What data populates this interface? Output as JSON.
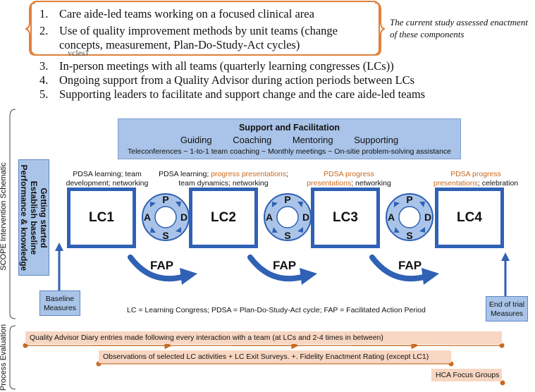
{
  "list": {
    "items": [
      {
        "num": "1.",
        "text": "Care aide-led teams working on a focused clinical area"
      },
      {
        "num": "2.",
        "text": "Use of quality improvement methods by unit teams (change",
        "cont": "concepts, measurement, Plan-Do-Study-Act cycles)"
      },
      {
        "num": "3.",
        "text": "In-person meetings with all teams (quarterly learning congresses (LCs))"
      },
      {
        "num": "4.",
        "text": "Ongoing support from a Quality Advisor during action periods between LCs"
      },
      {
        "num": "5.",
        "text": "Supporting leaders to facilitate and support change and the care aide-led teams"
      }
    ],
    "overlap_fragment": "ycles)",
    "note": "The current study assessed enactment of these components"
  },
  "schematic": {
    "side_label": "SCOPE Intervention Schematic",
    "support": {
      "title": "Support and Facilitation",
      "roles": [
        "Guiding",
        "Coaching",
        "Mentoring",
        "Supporting"
      ],
      "methods": "Teleconferences ~ 1-to-1 team coaching ~ Monthly meetings ~ On-sitie problem-solving assistance"
    },
    "baseline_panel": {
      "line1": "Getting started",
      "line2": "Establish baseline",
      "line3": "Performance & knowledge"
    },
    "lcs": [
      {
        "label": "LC1",
        "note_a": "PDSA learning; team",
        "note_b": "development; networking",
        "note_a_orange": "",
        "note_b_orange": ""
      },
      {
        "label": "LC2",
        "note_a": "PDSA learning; ",
        "note_a_orange": "progress presentations",
        "note_a_tail": ";",
        "note_b": "team dynamics; networking"
      },
      {
        "label": "LC3",
        "note_a_orange": "PDSA progress",
        "note_b_orange": "presentations",
        "note_b": "; networking"
      },
      {
        "label": "LC4",
        "note_a_orange": "PDSA progress",
        "note_b_orange": "presentations",
        "note_b": "; celebration"
      }
    ],
    "pdsa": {
      "p": "P",
      "d": "D",
      "s": "S",
      "a": "A"
    },
    "fap_label": "FAP",
    "baseline_measures": {
      "line1": "Baseline",
      "line2": "Measures"
    },
    "end_measures": {
      "line1": "End of trial",
      "line2": "Measures"
    },
    "legend": "LC = Learning Congress; PDSA = Plan-Do-Study-Act cycle; FAP = Facilitated Action Period"
  },
  "process": {
    "side_label": "Process Evaluation",
    "bars": [
      "Quality Advisor Diary entries made following every interaction with a team (at LCs and 2-4 times in between)",
      "Observations of selected LC activities  +  LC Exit Surveys.  +.  Fidelity Enactment Rating (except LC1)",
      "HCA Focus Groups"
    ]
  },
  "colors": {
    "blue_dark": "#2f61b5",
    "blue_light": "#a9c4e8",
    "orange": "#c8691e",
    "peach": "#f7d6c2"
  }
}
